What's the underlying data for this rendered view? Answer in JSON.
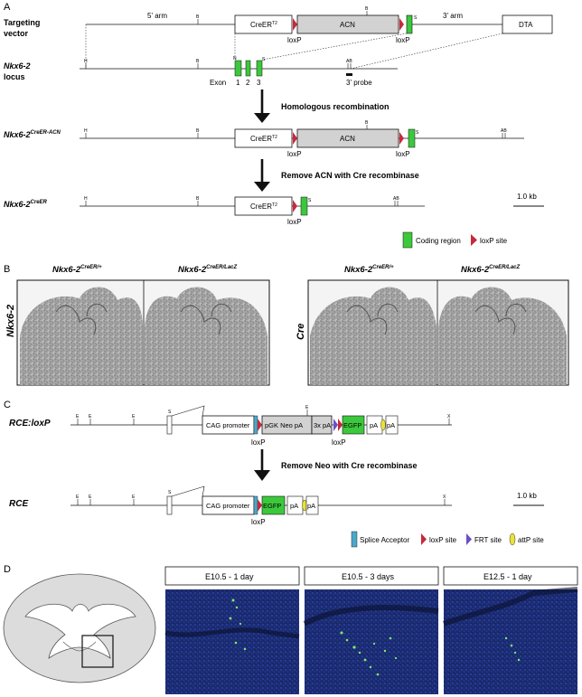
{
  "panelA": {
    "letter": "A",
    "row_labels": {
      "targeting_vector_1": "Targeting",
      "targeting_vector_2": "vector",
      "locus_gene": "Nkx6-2",
      "locus_word": "locus",
      "acn_gene": "Nkx6-2",
      "acn_sup": "CreER-ACN",
      "creer_gene": "Nkx6-2",
      "creer_sup": "CreER"
    },
    "vector": {
      "five_arm": "5' arm",
      "three_arm": "3' arm",
      "creer_box": "CreER",
      "creer_sup": "T2",
      "acn_box": "ACN",
      "dta_box": "DTA",
      "loxp1": "loxP",
      "loxp2": "loxP",
      "site_B1": "B",
      "site_B2": "B",
      "site_S": "S"
    },
    "locus": {
      "site_H": "H",
      "site_B": "B",
      "site_N": "N",
      "site_S": "S",
      "site_AB": "AB",
      "exon_label": "Exon",
      "exon_1": "1",
      "exon_2": "2",
      "exon_3": "3",
      "probe_label": "3' probe"
    },
    "step1": "Homologous recombination",
    "acn_allele": {
      "site_H": "H",
      "site_B": "B",
      "site_B2": "B",
      "site_S": "S",
      "site_AB": "AB",
      "creer_box": "CreER",
      "creer_sup": "T2",
      "acn_box": "ACN",
      "loxp1": "loxP",
      "loxp2": "loxP"
    },
    "step2": "Remove ACN with Cre recombinase",
    "creer_allele": {
      "site_H": "H",
      "site_B": "B",
      "site_S": "S",
      "site_AB": "AB",
      "creer_box": "CreER",
      "creer_sup": "T2",
      "loxp": "loxP"
    },
    "scale_bar": "1.0 kb",
    "legend": {
      "coding": "Coding region",
      "loxp": "loxP site"
    }
  },
  "panelB": {
    "letter": "B",
    "gene": "Nkx6-2",
    "sup_het": "CreER/+",
    "sup_lacz": "CreER/LacZ",
    "row_left": "Nkx6-2",
    "row_right": "Cre"
  },
  "panelC": {
    "letter": "C",
    "rce_loxp_label": "RCE:loxP",
    "rce_label": "RCE",
    "sites": {
      "E": "E",
      "S": "S",
      "X": "X"
    },
    "cag": "CAG promoter",
    "pgk": "pGK Neo pA",
    "pa3x": "3x pA",
    "egfp": "EGFP",
    "pa": "pA",
    "loxp": "loxP",
    "step": "Remove Neo with Cre recombinase",
    "scale_bar": "1.0 kb",
    "legend": {
      "splice": "Splice Acceptor",
      "loxp": "loxP site",
      "frt": "FRT site",
      "attp": "attP site"
    }
  },
  "panelD": {
    "letter": "D",
    "tabs": [
      "E10.5 - 1 day",
      "E10.5 - 3 days",
      "E12.5 - 1 day"
    ]
  },
  "colors": {
    "green": "#3cc83c",
    "loxp_red": "#c8283c",
    "frt_purple": "#6a4fc8",
    "attp_yellow": "#e8e23a",
    "splice_cyan": "#4aa8c8",
    "grey_box": "#d2d2d2",
    "micro_blue": "#1c2e78"
  }
}
